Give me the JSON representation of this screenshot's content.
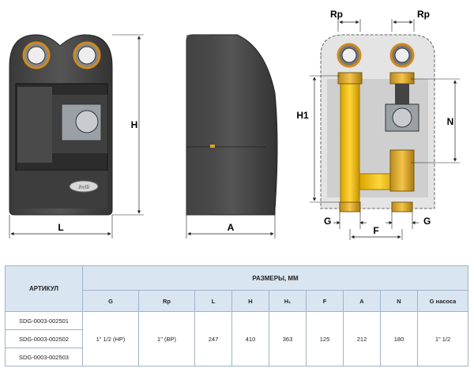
{
  "drawing": {
    "front": {
      "dim_width": "L",
      "dim_height": "H",
      "logo": "Jrelli"
    },
    "side": {
      "dim_depth": "A"
    },
    "section": {
      "rp_left": "Rp",
      "rp_right": "Rp",
      "h1": "H1",
      "n": "N",
      "g_left": "G",
      "g_right": "G",
      "f": "F"
    }
  },
  "table": {
    "article_header": "АРТИКУЛ",
    "sizes_header": "РАЗМЕРЫ, ММ",
    "columns": [
      "G",
      "Rp",
      "L",
      "H",
      "H₁",
      "F",
      "A",
      "N",
      "G насоса"
    ],
    "articles": [
      "SDG-0003-002501",
      "SDG-0003-002502",
      "SDG-0003-002503"
    ],
    "values": [
      "1\" 1/2 (НР)",
      "1\" (ВР)",
      "247",
      "410",
      "363",
      "125",
      "212",
      "180",
      "1\" 1/2"
    ]
  }
}
